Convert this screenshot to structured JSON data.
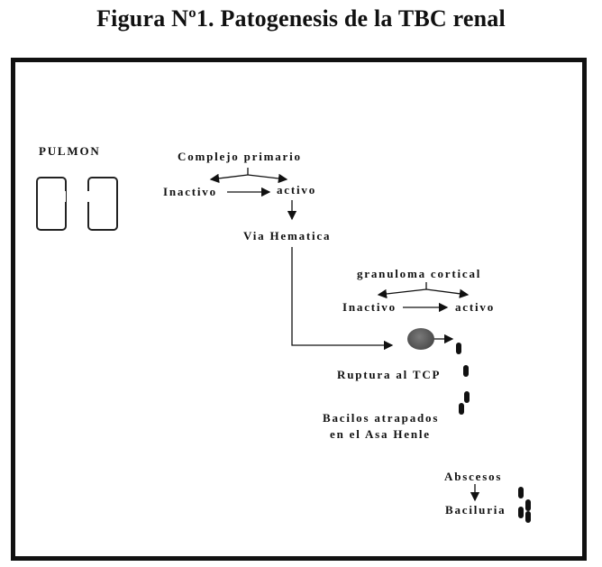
{
  "title": "Figura  Nº1. Patogenesis de la TBC renal",
  "diagram": {
    "pulmon": "PULMON",
    "complejo_primario": "Complejo primario",
    "inactivo_1": "Inactivo",
    "activo_1": "activo",
    "via_hematica": "Via Hematica",
    "granuloma_cortical": "granuloma cortical",
    "inactivo_2": "Inactivo",
    "activo_2": "activo",
    "ruptura": "Ruptura al TCP",
    "bacilos_line1": "Bacilos atrapados",
    "bacilos_line2": "en el Asa Henle",
    "abscesos": "Abscesos",
    "baciluria": "Baciluria"
  },
  "colors": {
    "ink": "#111111",
    "granuloma": "#555555"
  },
  "icons": [
    "lung-left-icon",
    "lung-right-icon",
    "granuloma-icon",
    "bacillus-icon"
  ]
}
